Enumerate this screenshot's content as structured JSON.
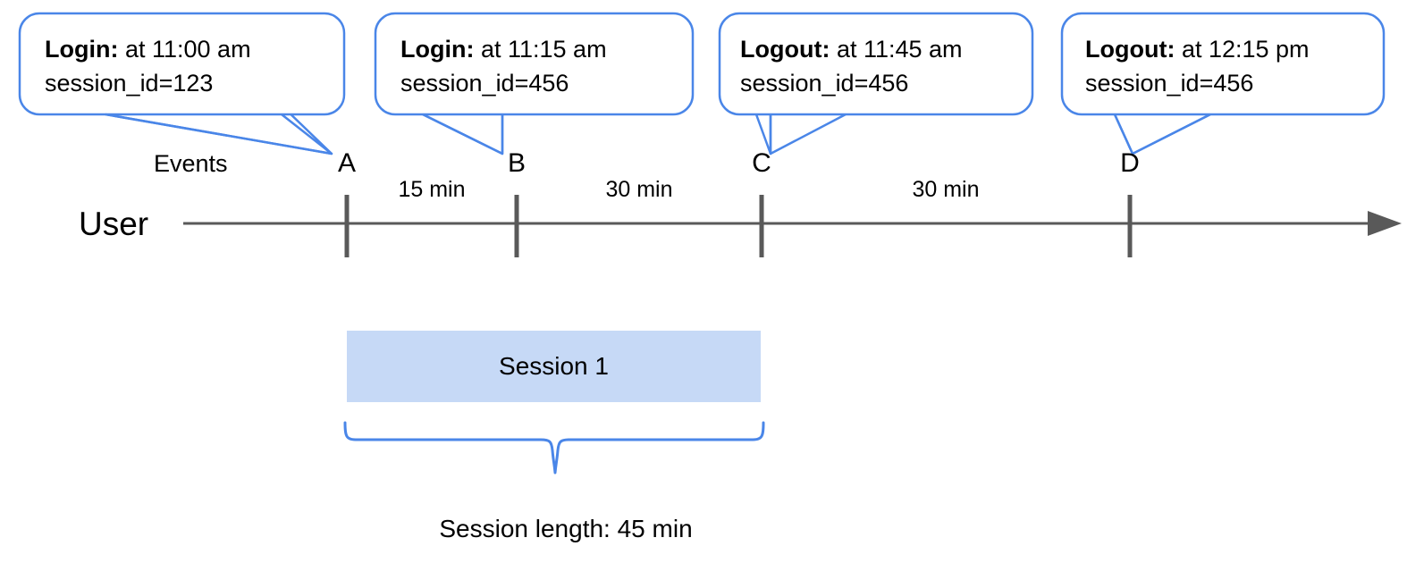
{
  "diagram": {
    "title_lane": "User",
    "events_axis_label": "Events",
    "callouts": [
      {
        "event": "Login:",
        "detail": " at 11:00 am",
        "session": "session_id=123",
        "marker": "A"
      },
      {
        "event": "Login:",
        "detail": " at 11:15 am",
        "session": "session_id=456",
        "marker": "B"
      },
      {
        "event": "Logout:",
        "detail": " at 11:45 am",
        "session": "session_id=456",
        "marker": "C"
      },
      {
        "event": "Logout:",
        "detail": " at 12:15 pm",
        "session": "session_id=456",
        "marker": "D"
      }
    ],
    "markers": [
      {
        "label": "A"
      },
      {
        "label": "B"
      },
      {
        "label": "C"
      },
      {
        "label": "D"
      }
    ],
    "gaps": [
      {
        "label": "15 min"
      },
      {
        "label": "30 min"
      },
      {
        "label": "30 min"
      }
    ],
    "session": {
      "bar_label": "Session 1",
      "caption": "Session length: 45 min"
    },
    "colors": {
      "callout_border": "#4a86e8",
      "brace": "#4a86e8",
      "session_fill": "#c6d9f6",
      "axis_line": "#595959",
      "tick": "#595959"
    }
  }
}
